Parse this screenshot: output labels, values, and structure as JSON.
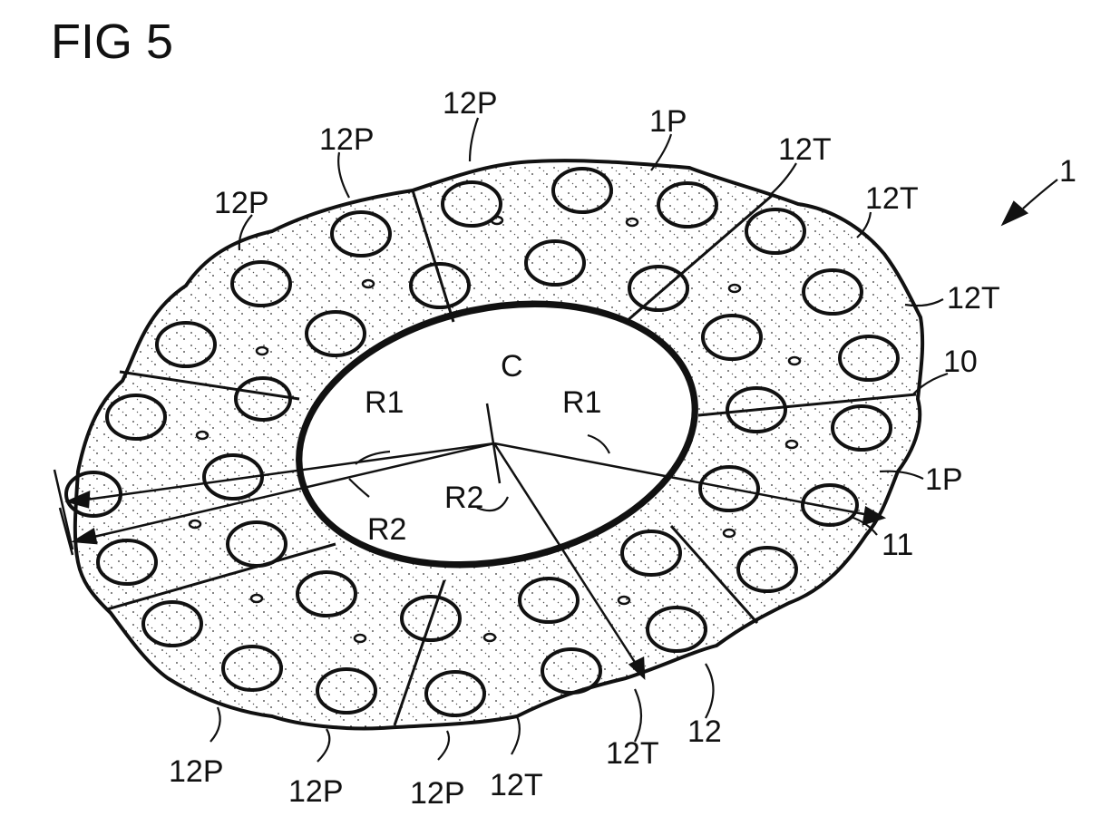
{
  "figure": {
    "title": "FIG 5"
  },
  "labels": {
    "assembly": "1",
    "center": "C",
    "inner_radius": "R1",
    "outer_radius": "R2",
    "panel": "1P",
    "surface": "10",
    "hole": "11",
    "edge": "12",
    "plate_p": "12P",
    "plate_t": "12T"
  },
  "colors": {
    "ink": "#111111",
    "background": "#ffffff"
  }
}
